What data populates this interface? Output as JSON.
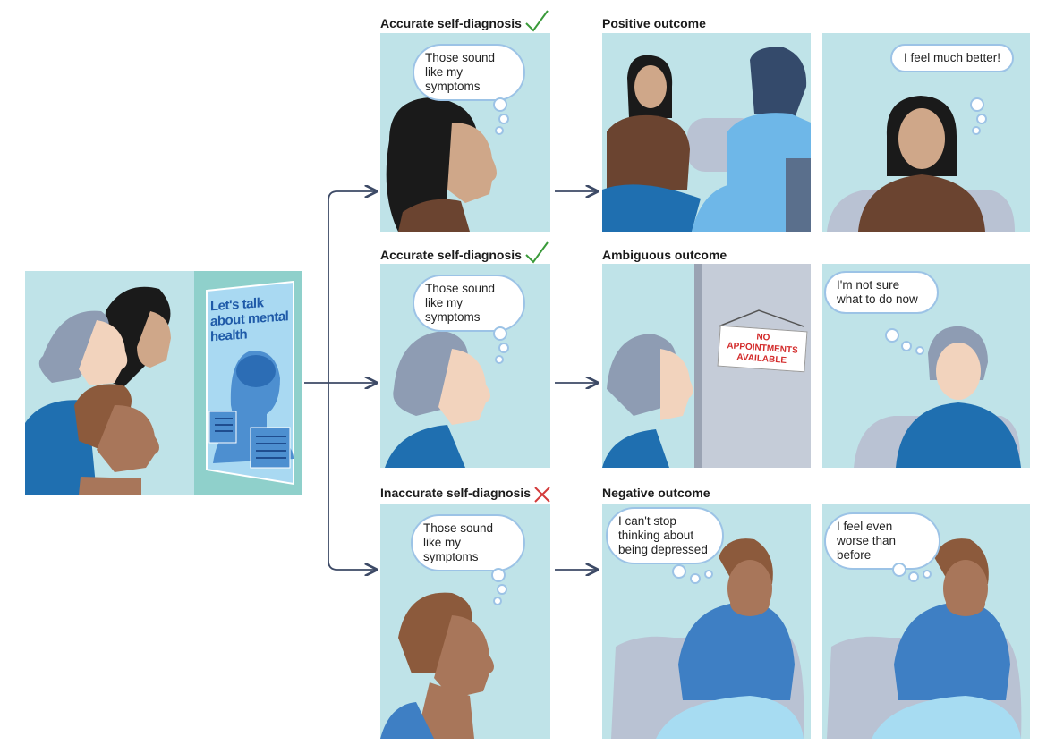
{
  "intro": {
    "poster_title": "Let's talk about mental health"
  },
  "rows": [
    {
      "diagnosis_label": "Accurate self-diagnosis",
      "diagnosis_mark": "check-icon",
      "diagnosis_thought": "Those sound like my symptoms",
      "outcome_label": "Positive outcome",
      "outcome_thought_1": "",
      "outcome_thought_2": "I feel much better!"
    },
    {
      "diagnosis_label": "Accurate self-diagnosis",
      "diagnosis_mark": "check-icon",
      "diagnosis_thought": "Those sound like my symptoms",
      "outcome_label": "Ambiguous outcome",
      "door_sign": "NO APPOINTMENTS AVAILABLE",
      "outcome_thought_2": "I'm not sure what to do now"
    },
    {
      "diagnosis_label": "Inaccurate self-diagnosis",
      "diagnosis_mark": "cross-icon",
      "diagnosis_thought": "Those sound like my symptoms",
      "outcome_label": "Negative outcome",
      "outcome_thought_1": "I can't stop thinking about being depressed",
      "outcome_thought_2": "I feel even worse than before"
    }
  ],
  "colors": {
    "panel_bg": "#bfe3e8",
    "arrow": "#3d4a66",
    "check": "#3a9a3a",
    "cross": "#d33a3a",
    "sweater_blue": "#1f6fb0"
  }
}
